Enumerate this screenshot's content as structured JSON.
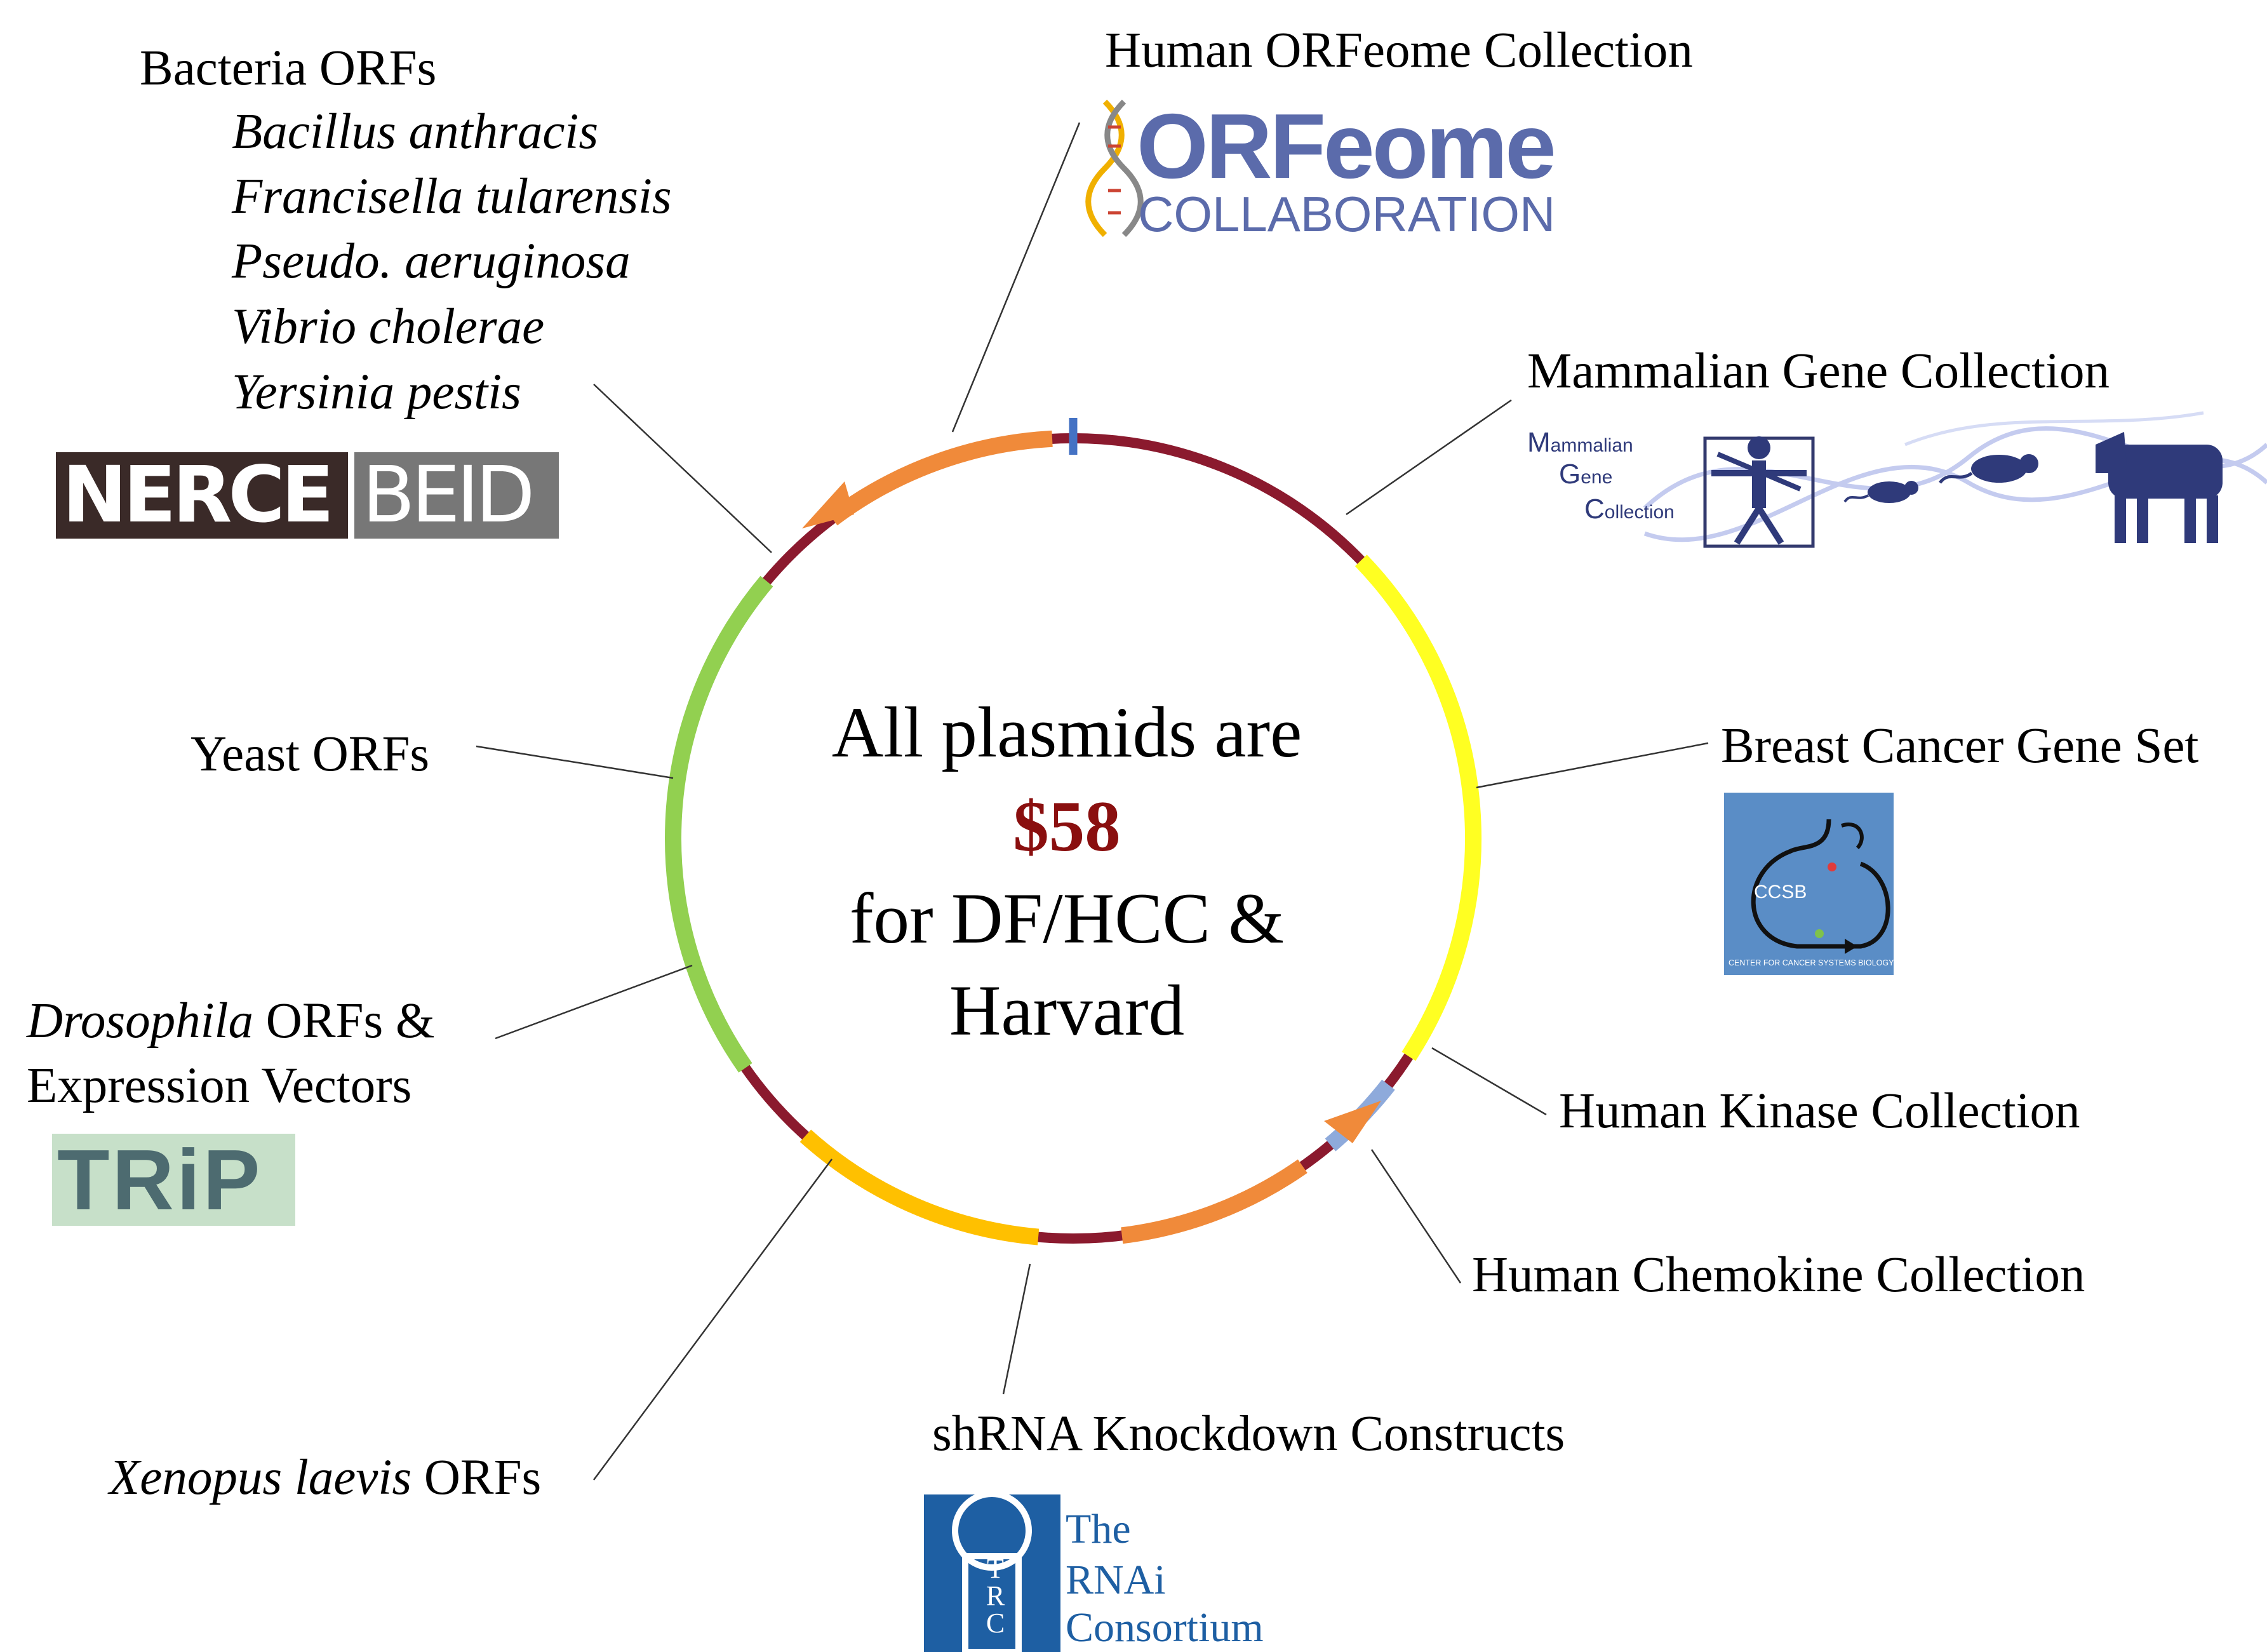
{
  "center": {
    "line1": "All plasmids are",
    "price": "$58",
    "line3": "for DF/HCC &",
    "line4": "Harvard"
  },
  "collections": {
    "human_orfeome": "Human ORFeome Collection",
    "mammalian_gene": "Mammalian Gene Collection",
    "breast_cancer": "Breast Cancer Gene Set",
    "human_kinase": "Human Kinase Collection",
    "human_chemokine": "Human Chemokine Collection",
    "shrna": "shRNA Knockdown Constructs",
    "xenopus_italic": "Xenopus laevis",
    "xenopus_rest": " ORFs",
    "drosophila_italic": "Drosophila",
    "drosophila_rest": " ORFs &",
    "drosophila_line2": "Expression Vectors",
    "yeast": "Yeast ORFs",
    "bacteria_title": "Bacteria ORFs",
    "bacteria_species": [
      "Bacillus anthracis",
      "Francisella tularensis",
      "Pseudo. aeruginosa",
      "Vibrio cholerae",
      "Yersinia pestis"
    ]
  },
  "logos": {
    "orfeome_big": "ORFeome",
    "orfeome_small": "COLLABORATION",
    "mgc_m": "ammalian",
    "mgc_g": "ene",
    "mgc_c": "ollection",
    "mgc_m_cap": "M",
    "mgc_g_cap": "G",
    "mgc_c_cap": "C",
    "ccsb_name": "CCSB",
    "ccsb_caption": "CENTER FOR CANCER SYSTEMS BIOLOGY",
    "trc_the": "The",
    "trc_rnai": "RNAi",
    "trc_consortium": "Consortium",
    "trc_letters": "TRC",
    "trip": "TRiP",
    "nerce": "NERCE",
    "beid": "BEID"
  },
  "colors": {
    "backbone": "#8b1a2e",
    "orange": "#f08a3a",
    "yellow": "#ffff22",
    "gold": "#ffc000",
    "green": "#92d050",
    "lightblue": "#8eaadb",
    "marker": "#4472c4",
    "price": "#8a0f0f",
    "ccsb_bg": "#5a8dc6",
    "trc_blue": "#1e5fa3",
    "trip_bg": "#c7e0c9",
    "trip_text": "#4d6b70",
    "nerce_bg": "#3a2a28",
    "beid_bg": "#777777"
  }
}
